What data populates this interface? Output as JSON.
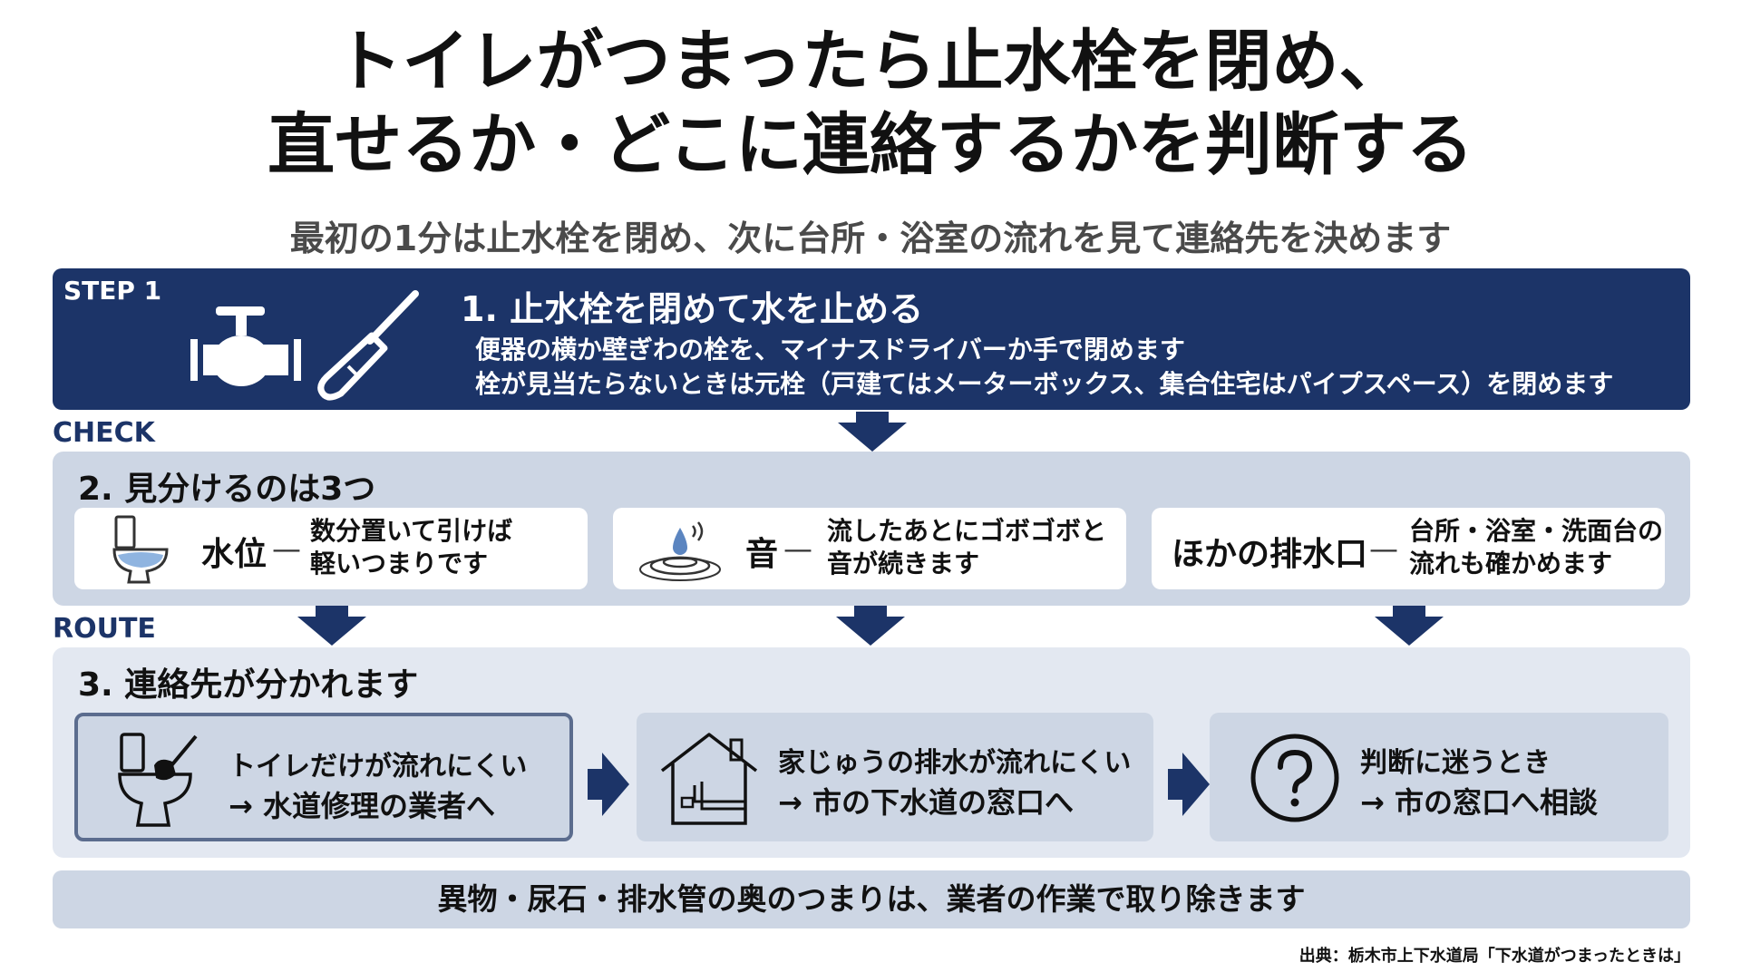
{
  "title_line1": "トイレがつまったら止水栓を閉め、",
  "title_line2": "直せるか・どこに連絡するかを判断する",
  "subtitle": "最初の1分は止水栓を閉め、次に台所・浴室の流れを見て連絡先を決めます",
  "step1": {
    "tag": "STEP 1",
    "heading": "1. 止水栓を閉めて水を止める",
    "line1": "便器の横か壁ぎわの栓を、マイナスドライバーか手で閉めます",
    "line2": "栓が見当たらないときは元栓（戸建てはメーターボックス、集合住宅はパイプスペース）を閉めます",
    "icons": [
      "faucet-valve-icon",
      "screwdriver-icon"
    ]
  },
  "check": {
    "tag": "CHECK",
    "heading": "2. 見分けるのは3つ",
    "items": [
      {
        "label": "水位",
        "dash": "—",
        "desc1": "数分置いて引けば",
        "desc2": "軽いつまりです",
        "icon": "toilet-icon"
      },
      {
        "label": "音",
        "dash": "—",
        "desc1": "流したあとにゴボゴボと",
        "desc2": "音が続きます",
        "icon": "water-drop-sound-icon"
      },
      {
        "label": "ほかの排水口",
        "dash": "—",
        "desc1": "台所・浴室・洗面台の",
        "desc2": "流れも確かめます"
      }
    ]
  },
  "route": {
    "tag": "ROUTE",
    "heading": "3. 連絡先が分かれます",
    "items": [
      {
        "line1": "トイレだけが流れにくい",
        "line2": "→ 水道修理の業者へ",
        "icon": "toilet-plunger-icon"
      },
      {
        "line1": "家じゅうの排水が流れにくい",
        "line2": "→ 市の下水道の窓口へ",
        "icon": "house-pipes-icon"
      },
      {
        "line1": "判断に迷うとき",
        "line2": "→ 市の窓口へ相談",
        "icon": "question-icon"
      }
    ]
  },
  "note": "異物・尿石・排水管の奥のつまりは、業者の作業で取り除きます",
  "source": "出典：栃木市上下水道局「下水道がつまったときは」",
  "colors": {
    "navy": "#1c3468",
    "panel": "#cdd6e4",
    "panel_light": "#e3e8f1"
  }
}
